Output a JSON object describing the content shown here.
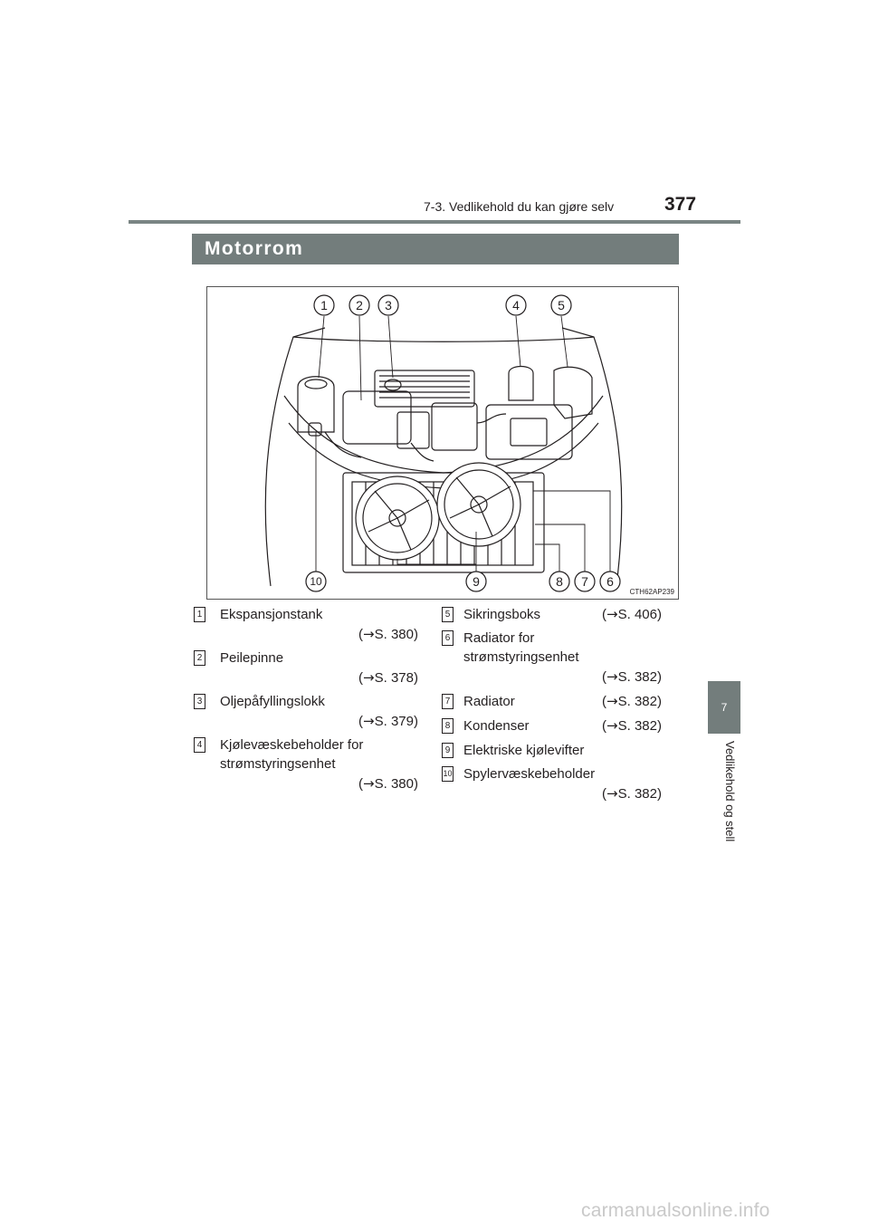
{
  "header": {
    "section_ref": "7-3. Vedlikehold du kan gjøre selv",
    "page_number": "377"
  },
  "section": {
    "title": "Motorrom"
  },
  "side_tab": {
    "number": "7",
    "label": "Vedlikehold og stell"
  },
  "figure": {
    "code": "CTH62AP239",
    "callouts": [
      "1",
      "2",
      "3",
      "4",
      "5",
      "6",
      "7",
      "8",
      "9",
      "10"
    ]
  },
  "legend": {
    "arrow": "→",
    "items": [
      {
        "num": "1",
        "lines": [
          "Ekspansjonstank"
        ],
        "ref": "S. 380"
      },
      {
        "num": "2",
        "lines": [
          "Peilepinne"
        ],
        "ref": "S. 378"
      },
      {
        "num": "3",
        "lines": [
          "Oljepåfyllingslokk"
        ],
        "ref": "S. 379"
      },
      {
        "num": "4",
        "lines": [
          "Kjølevæskebeholder for",
          "strømstyringsenhet"
        ],
        "ref": "S. 380"
      },
      {
        "num": "5",
        "lines": [
          "Sikringsboks"
        ],
        "ref": "S. 406"
      },
      {
        "num": "6",
        "lines": [
          "Radiator for",
          "strømstyringsenhet"
        ],
        "ref": "S. 382"
      },
      {
        "num": "7",
        "lines": [
          "Radiator"
        ],
        "ref": "S. 382"
      },
      {
        "num": "8",
        "lines": [
          "Kondenser"
        ],
        "ref": "S. 382"
      },
      {
        "num": "9",
        "lines": [
          "Elektriske kjølevifter"
        ],
        "ref": ""
      },
      {
        "num": "10",
        "lines": [
          "Spylervæskebeholder"
        ],
        "ref": "S. 382"
      }
    ]
  },
  "footer": {
    "site": "carmanualsonline.info"
  }
}
